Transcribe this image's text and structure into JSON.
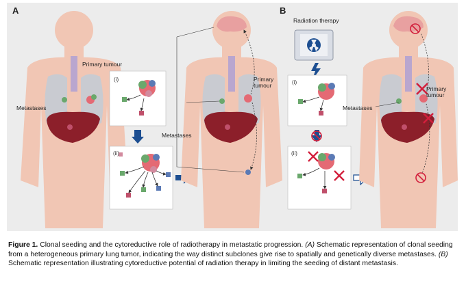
{
  "panel_a": {
    "letter": "A"
  },
  "panel_b": {
    "letter": "B"
  },
  "labels": {
    "primary_tumour_a": "Primary tumour",
    "metastases_a": "Metastases",
    "primary_tumour_a2": "Primary tumour",
    "metastases_a2": "Metastases",
    "radiation_therapy": "Radiation therapy",
    "primary_tumour_b": "Primary tumour",
    "metastases_b": "Metastases",
    "step_i": "(i)",
    "step_ii": "(ii)"
  },
  "caption": {
    "figure_label": "Figure 1.",
    "text_main": " Clonal seeding and the cytoreductive role of radiotherapy in metastatic progression. ",
    "part_a_label": "(A)",
    "part_a_text": " Schematic representation of clonal seeding from a heterogeneous primary lung tumor, indicating the way distinct subclones give rise to spatially and genetically diverse metastases. ",
    "part_b_label": "(B)",
    "part_b_text": " Schematic representation illustrating cytoreductive potential of radiation therapy in limiting the seeding of distant metastasis."
  },
  "colors": {
    "figure_bg": "#ececec",
    "skin": "#f1c6b4",
    "lung": "#c9cbd1",
    "liver": "#8c1f2a",
    "brain": "#e8a0a0",
    "trachea": "#b9a6cf",
    "arrow_blue": "#1c4e91",
    "cross_red": "#d21f3c"
  }
}
